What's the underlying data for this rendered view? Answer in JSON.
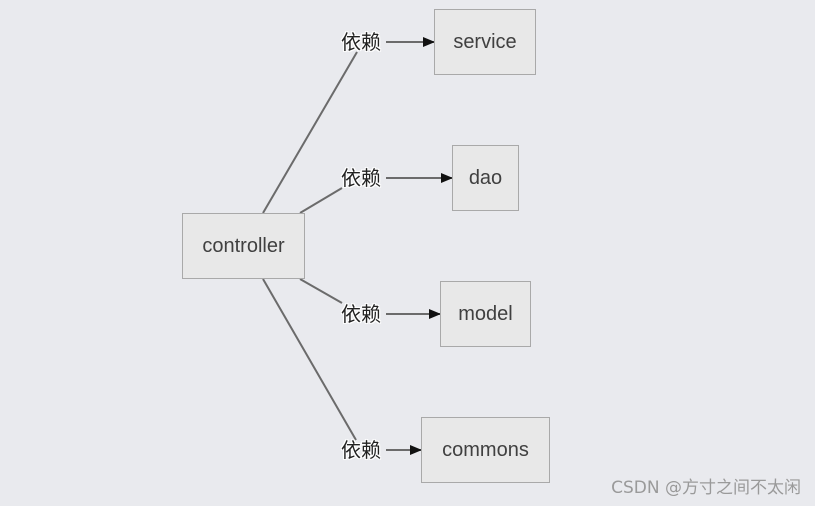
{
  "diagram": {
    "source": {
      "label": "controller"
    },
    "targets": [
      {
        "label": "service"
      },
      {
        "label": "dao"
      },
      {
        "label": "model"
      },
      {
        "label": "commons"
      }
    ],
    "edge_label": "依赖"
  },
  "watermark": "CSDN @方寸之间不太闲",
  "colors": {
    "background": "#e9eaee",
    "node_fill": "#e8e8e8",
    "node_border": "#a9a9a9",
    "edge": "#6b6b6b",
    "arrow": "#111111"
  }
}
